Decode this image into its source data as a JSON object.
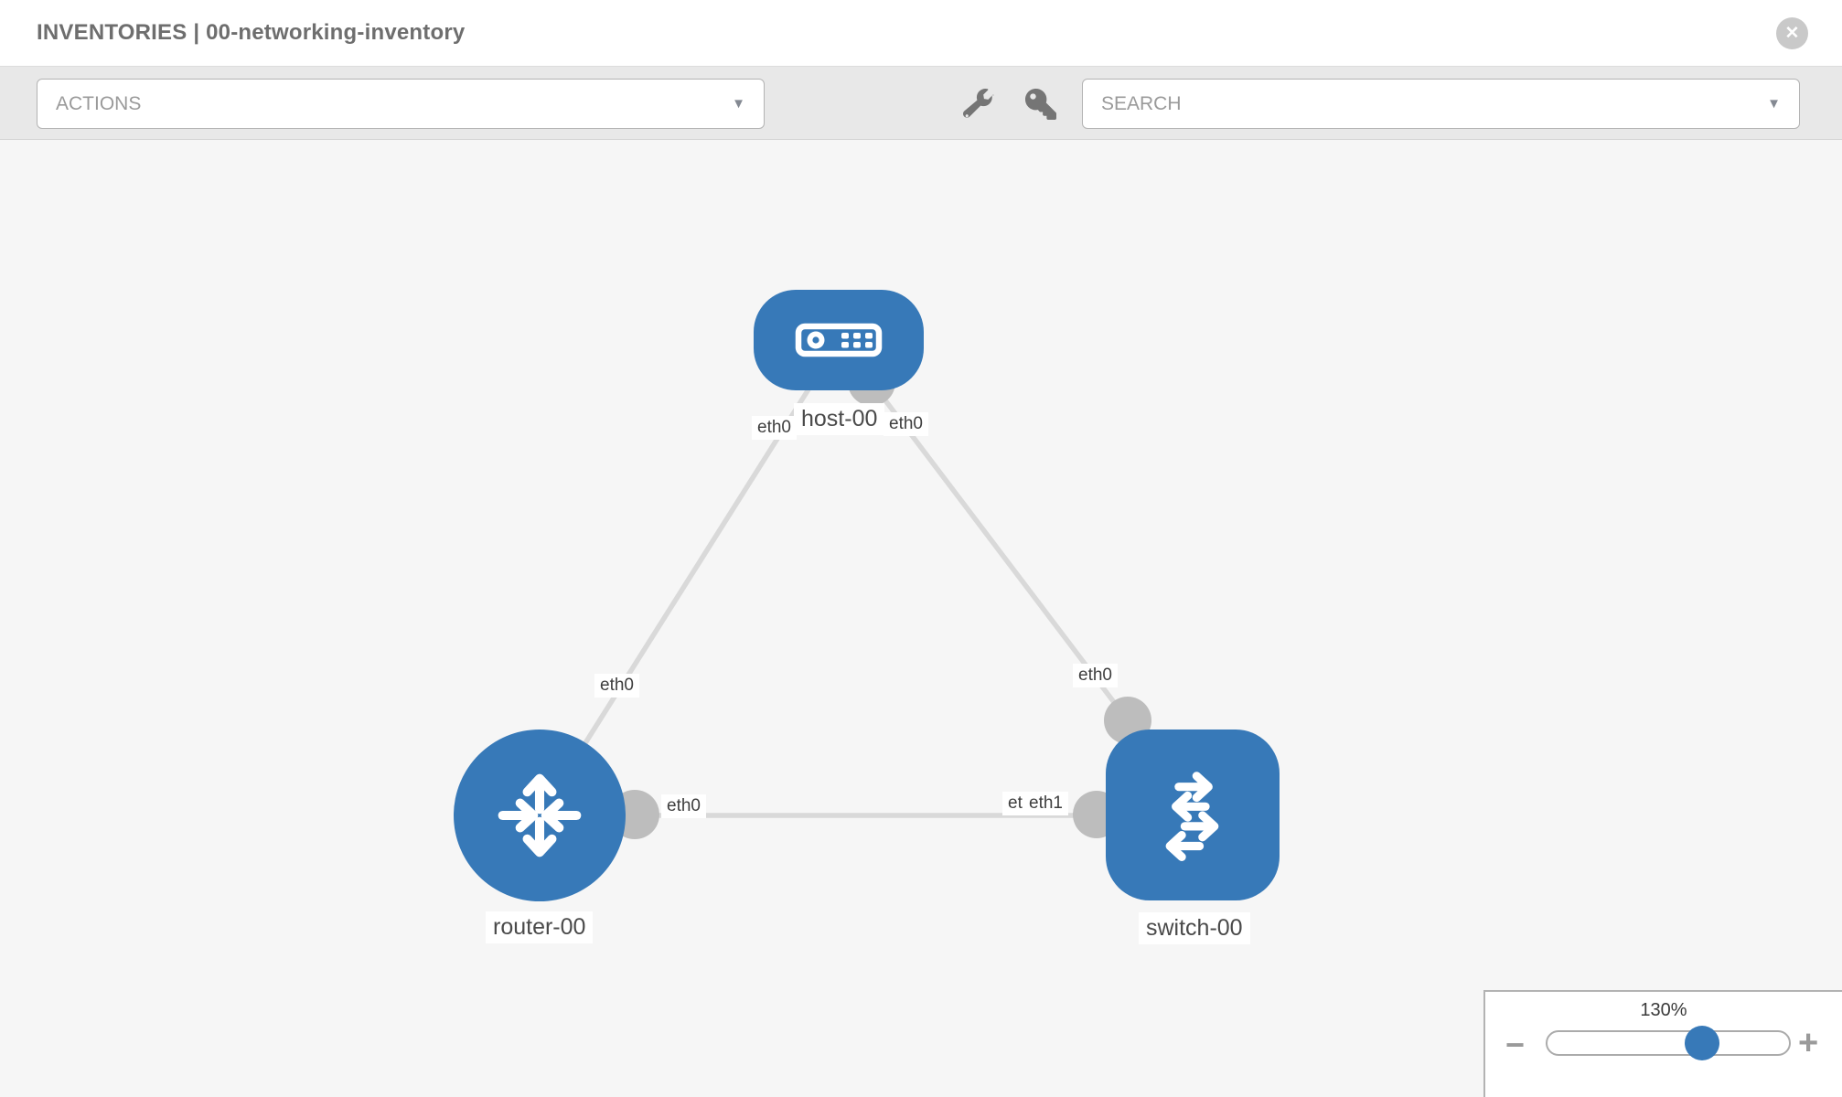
{
  "header": {
    "title": "INVENTORIES | 00-networking-inventory"
  },
  "toolbar": {
    "actions_label": "ACTIONS",
    "search_label": "SEARCH",
    "icons": [
      "wrench-icon",
      "key-icon"
    ]
  },
  "glyphs": {
    "close": "✕",
    "caret": "▼",
    "minus": "−",
    "plus": "+"
  },
  "colors": {
    "node_blue": "#3779b8",
    "link_gray": "#d9d9d9",
    "port_gray": "#bdbdbd",
    "canvas_bg": "#f6f6f6",
    "toolbar_bg": "#e8e8e8"
  },
  "topology": {
    "nodes": [
      {
        "id": "host-00",
        "type": "host",
        "label": "host-00"
      },
      {
        "id": "router-00",
        "type": "router",
        "label": "router-00"
      },
      {
        "id": "switch-00",
        "type": "switch",
        "label": "switch-00"
      }
    ],
    "links": [
      {
        "from": "host-00",
        "to": "router-00"
      },
      {
        "from": "host-00",
        "to": "switch-00"
      },
      {
        "from": "router-00",
        "to": "switch-00"
      }
    ],
    "ports": [
      {
        "label": "eth0",
        "owner": "host-00",
        "link": "host-router"
      },
      {
        "label": "eth0",
        "owner": "host-00",
        "link": "host-switch"
      },
      {
        "label": "eth0",
        "owner": "router-00",
        "link": "host-router"
      },
      {
        "label": "eth0",
        "owner": "switch-00",
        "link": "host-switch"
      },
      {
        "label": "eth0",
        "owner": "router-00",
        "link": "router-switch"
      },
      {
        "label": "eth0",
        "owner": "switch-00",
        "link": "router-switch"
      },
      {
        "label": "eth1",
        "owner": "switch-00",
        "link": "router-switch"
      }
    ]
  },
  "zoom_control": {
    "level": "130%",
    "percent": 64
  }
}
